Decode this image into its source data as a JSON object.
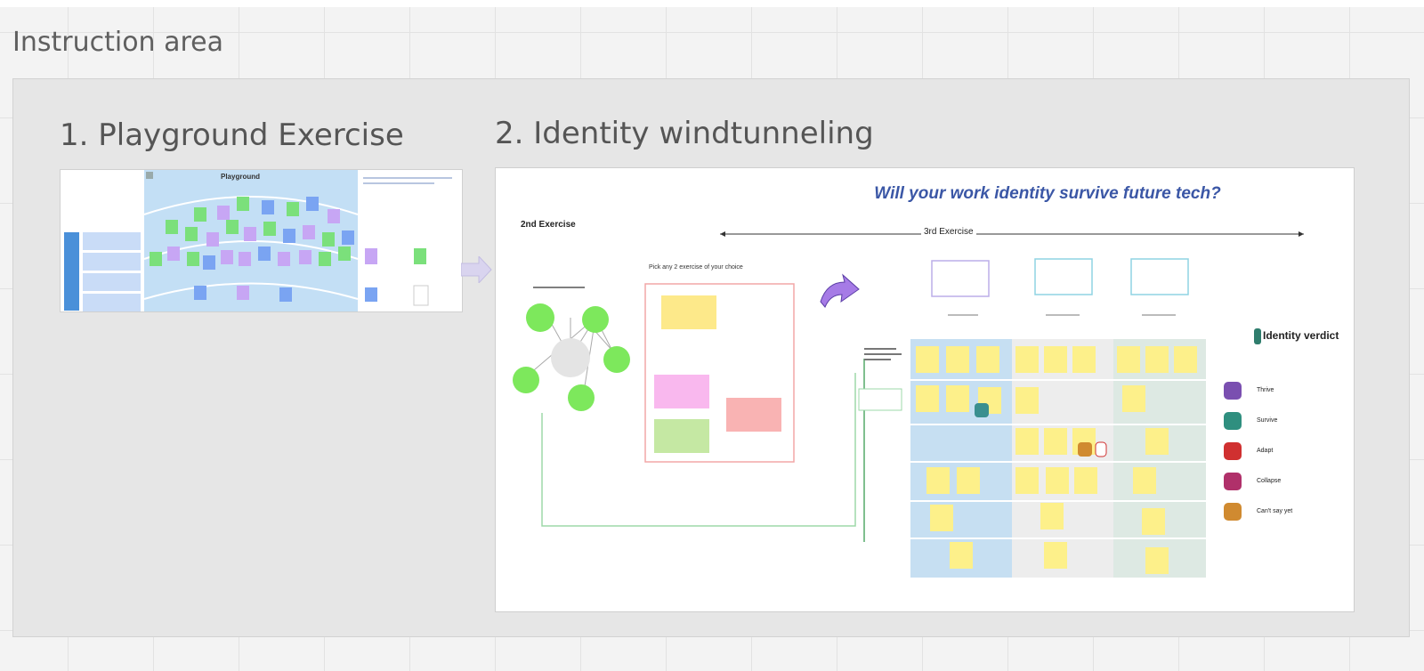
{
  "board": {
    "title": "Instruction area"
  },
  "sections": [
    {
      "title": "1. Playground Exercise",
      "thumbnail": {
        "header": "Playground"
      }
    },
    {
      "title": "2. Identity windtunneling",
      "thumbnail": {
        "headline": "Will your work identity survive future tech?",
        "second_exercise_label": "2nd Exercise",
        "third_exercise_label": "3rd Exercise",
        "pick_label": "Pick any 2 exercise of your choice",
        "verdict_label": "Identity verdict",
        "verdicts": [
          "Thrive",
          "Survive",
          "Adapt",
          "Collapse",
          "Can't say yet"
        ]
      }
    }
  ],
  "colors": {
    "headline": "#3b57a6",
    "sticky_yellow": "#fdf08a",
    "sticky_green": "#7be07b",
    "sticky_purple": "#c7a6f4",
    "sticky_blue": "#7aa4f2",
    "mind_green": "#7de85c"
  }
}
